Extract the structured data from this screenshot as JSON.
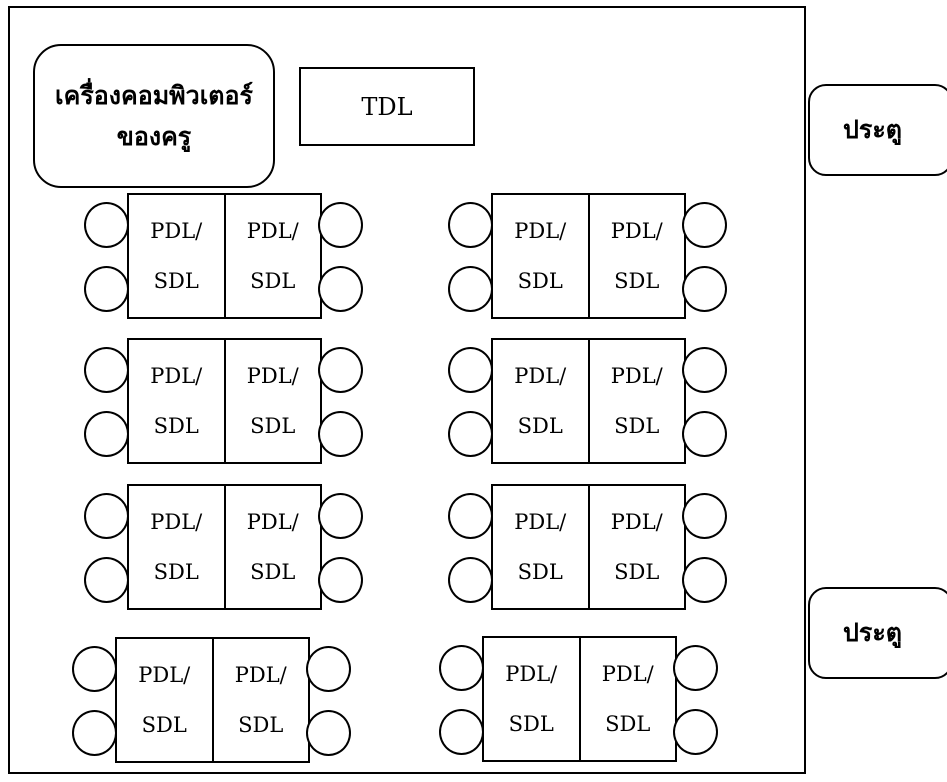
{
  "room": {
    "teacher_computer": {
      "line1": "เครื่องคอมพิวเตอร์",
      "line2": "ของครู"
    },
    "tdl_label": "TDL",
    "doors": [
      {
        "label": "ประตู"
      },
      {
        "label": "ประตู"
      }
    ],
    "desk_groups": [
      {
        "seats": [
          {
            "line1": "PDL/",
            "line2": "SDL"
          },
          {
            "line1": "PDL/",
            "line2": "SDL"
          }
        ]
      },
      {
        "seats": [
          {
            "line1": "PDL/",
            "line2": "SDL"
          },
          {
            "line1": "PDL/",
            "line2": "SDL"
          }
        ]
      },
      {
        "seats": [
          {
            "line1": "PDL/",
            "line2": "SDL"
          },
          {
            "line1": "PDL/",
            "line2": "SDL"
          }
        ]
      },
      {
        "seats": [
          {
            "line1": "PDL/",
            "line2": "SDL"
          },
          {
            "line1": "PDL/",
            "line2": "SDL"
          }
        ]
      },
      {
        "seats": [
          {
            "line1": "PDL/",
            "line2": "SDL"
          },
          {
            "line1": "PDL/",
            "line2": "SDL"
          }
        ]
      },
      {
        "seats": [
          {
            "line1": "PDL/",
            "line2": "SDL"
          },
          {
            "line1": "PDL/",
            "line2": "SDL"
          }
        ]
      },
      {
        "seats": [
          {
            "line1": "PDL/",
            "line2": "SDL"
          },
          {
            "line1": "PDL/",
            "line2": "SDL"
          }
        ]
      },
      {
        "seats": [
          {
            "line1": "PDL/",
            "line2": "SDL"
          },
          {
            "line1": "PDL/",
            "line2": "SDL"
          }
        ]
      }
    ]
  }
}
